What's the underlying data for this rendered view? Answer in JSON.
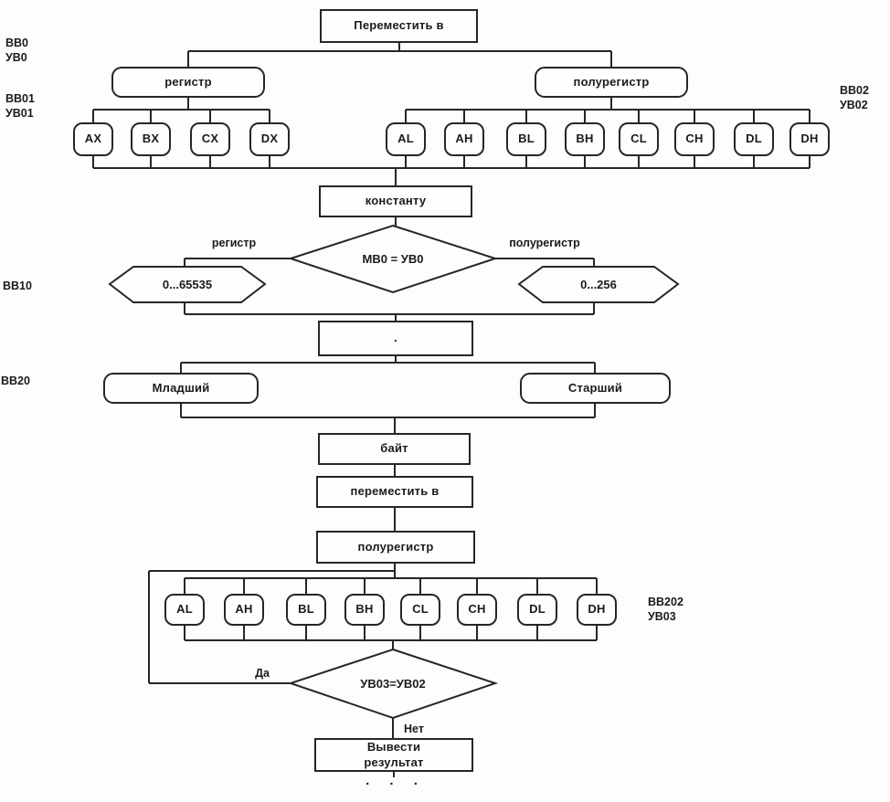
{
  "nodes": {
    "move_to": "Переместить в",
    "register_group": "регистр",
    "halfregister_group": "полурегистр",
    "constant": "константу",
    "decision_mode": "МВ0 = УВ0",
    "range16": "0...65535",
    "range8": "0...256",
    "dot": ".",
    "low_byte": "Младший",
    "high_byte": "Старший",
    "byte": "байт",
    "move_to2": "переместить в",
    "halfregister_dest": "полурегистр",
    "decision_loop": "УВ03=УВ02",
    "output_line1": "Вывести",
    "output_line2": "результат",
    "ellipsis": ". . ."
  },
  "branch_labels": {
    "register": "регистр",
    "halfregister": "полурегистр",
    "yes": "Да",
    "no": "Нет"
  },
  "side_labels": {
    "bb0": "ВВ0",
    "ub0": "УВ0",
    "bb01": "ВВ01",
    "ub01": "УВ01",
    "bb02": "ВВ02",
    "ub02": "УВ02",
    "bb10": "ВВ10",
    "bb20": "ВВ20",
    "bb202": "ВВ202",
    "ub03": "УВ03"
  },
  "registers16": [
    "AX",
    "BX",
    "CX",
    "DX"
  ],
  "registers8": [
    "AL",
    "AH",
    "BL",
    "BH",
    "CL",
    "CH",
    "DL",
    "DH"
  ],
  "registers8_dest": [
    "AL",
    "AH",
    "BL",
    "BH",
    "CL",
    "CH",
    "DL",
    "DH"
  ],
  "colors": {
    "line": "#262626",
    "background": "#fdfdfd",
    "text": "#1b1b1b"
  }
}
